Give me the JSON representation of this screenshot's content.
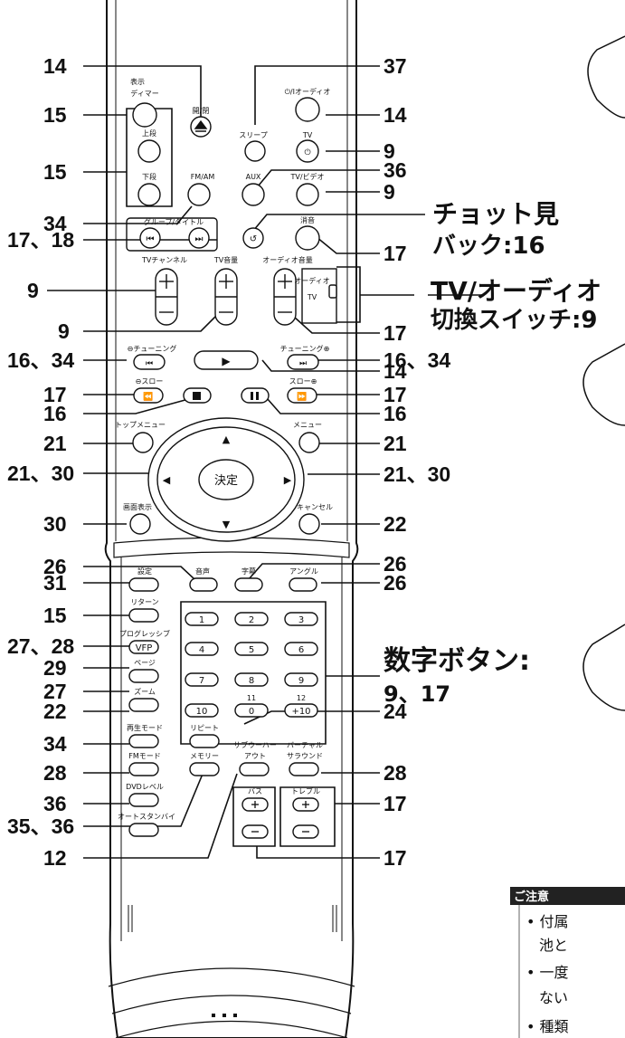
{
  "callouts": [
    {
      "id": "c-14a",
      "text": "14"
    },
    {
      "id": "c-15a",
      "text": "15"
    },
    {
      "id": "c-15b",
      "text": "15"
    },
    {
      "id": "c-34a",
      "text": "34"
    },
    {
      "id": "c-1718",
      "text": "17、18"
    },
    {
      "id": "c-9a",
      "text": "9"
    },
    {
      "id": "c-9b",
      "text": "9"
    },
    {
      "id": "c-1634a",
      "text": "16、34"
    },
    {
      "id": "c-17a",
      "text": "17"
    },
    {
      "id": "c-16a",
      "text": "16"
    },
    {
      "id": "c-21a",
      "text": "21"
    },
    {
      "id": "c-2130a",
      "text": "21、30"
    },
    {
      "id": "c-30a",
      "text": "30"
    },
    {
      "id": "c-26a",
      "text": "26"
    },
    {
      "id": "c-31",
      "text": "31"
    },
    {
      "id": "c-15c",
      "text": "15"
    },
    {
      "id": "c-2728",
      "text": "27、28"
    },
    {
      "id": "c-29",
      "text": "29"
    },
    {
      "id": "c-27",
      "text": "27"
    },
    {
      "id": "c-22a",
      "text": "22"
    },
    {
      "id": "c-34b",
      "text": "34"
    },
    {
      "id": "c-28a",
      "text": "28"
    },
    {
      "id": "c-36a",
      "text": "36"
    },
    {
      "id": "c-3536",
      "text": "35、36"
    },
    {
      "id": "c-12",
      "text": "12"
    },
    {
      "id": "c-37",
      "text": "37"
    },
    {
      "id": "c-14b",
      "text": "14"
    },
    {
      "id": "c-9c",
      "text": "9"
    },
    {
      "id": "c-36b",
      "text": "36"
    },
    {
      "id": "c-9d",
      "text": "9"
    },
    {
      "id": "c-17b",
      "text": "17"
    },
    {
      "id": "c-17c",
      "text": "17"
    },
    {
      "id": "c-1634b",
      "text": "16、34"
    },
    {
      "id": "c-14c",
      "text": "14"
    },
    {
      "id": "c-17d",
      "text": "17"
    },
    {
      "id": "c-16b",
      "text": "16"
    },
    {
      "id": "c-21b",
      "text": "21"
    },
    {
      "id": "c-2130b",
      "text": "21、30"
    },
    {
      "id": "c-22b",
      "text": "22"
    },
    {
      "id": "c-26b",
      "text": "26"
    },
    {
      "id": "c-26c",
      "text": "26"
    },
    {
      "id": "c-24",
      "text": "24"
    },
    {
      "id": "c-28b",
      "text": "28"
    },
    {
      "id": "c-17e",
      "text": "17"
    },
    {
      "id": "c-17f",
      "text": "17"
    }
  ],
  "side_labels": {
    "chotto_line1": "チョット見",
    "chotto_line2": "バック:16",
    "switch_line1": "TV/オーディオ",
    "switch_line2": "切換スイッチ:9",
    "numbers_line1": "数字ボタン:",
    "numbers_line2": "9、17"
  },
  "note": {
    "header": "ご注意",
    "line1": "• 付属",
    "line2": "池と",
    "line3": "• 一度",
    "line4": "ない",
    "line5": "• 種類"
  },
  "remote_labels": {
    "display_dimmer_1": "表示",
    "display_dimmer_2": "ディマー",
    "upper": "上段",
    "lower": "下段",
    "open_close": "開/閉",
    "fm_am": "FM/AM",
    "group_title": "グループ/タイトル",
    "sleep": "スリープ",
    "power_audio": "⏻/Iオーディオ",
    "tv": "TV",
    "aux": "AUX",
    "tv_video": "TV/ビデオ",
    "mute": "消音",
    "tv_channel": "TVチャンネル",
    "tv_volume": "TV音量",
    "audio_volume": "オーディオ音量",
    "switch_audio": "オーディオ",
    "switch_tv": "TV",
    "tuning_minus": "⊖チューニング",
    "tuning_plus": "チューニング⊕",
    "slow_minus": "⊖スロー",
    "slow_plus": "スロー⊕",
    "top_menu": "トップメニュー",
    "menu": "メニュー",
    "enter": "決定",
    "screen_display": "画面表示",
    "cancel": "キャンセル",
    "audio": "音声",
    "subtitle": "字幕",
    "angle": "アングル",
    "settings": "設定",
    "return": "リターン",
    "progressive": "プログレッシブ",
    "vfp": "VFP",
    "page": "ページ",
    "zoom": "ズーム",
    "play_mode": "再生モード",
    "repeat": "リピート",
    "fm_mode": "FMモード",
    "memory": "メモリー",
    "dvd_level": "DVDレベル",
    "auto_standby": "オートスタンバイ",
    "subwoofer_1": "サブウーハー",
    "subwoofer_2": "アウト",
    "virtual_1": "バーチャル",
    "virtual_2": "サラウンド",
    "bass": "バス",
    "treble": "トレブル",
    "k11": "11",
    "k12": "12"
  },
  "numpad": [
    "1",
    "2",
    "3",
    "4",
    "5",
    "6",
    "7",
    "8",
    "9",
    "10",
    "0",
    "+10"
  ],
  "icons": {
    "eject": "eject-icon",
    "prev_group": "skip-back-icon",
    "next_group": "skip-forward-icon",
    "play": "play-icon",
    "stop": "stop-icon",
    "pause": "pause-icon",
    "rew": "rewind-icon",
    "ff": "fast-forward-icon",
    "prev": "previous-icon",
    "next": "next-icon",
    "power": "power-icon",
    "chotto": "chotto-mi-back-icon",
    "up": "arrow-up-icon",
    "down": "arrow-down-icon",
    "left": "arrow-left-icon",
    "right": "arrow-right-icon",
    "plus": "plus-icon",
    "minus": "minus-icon"
  }
}
